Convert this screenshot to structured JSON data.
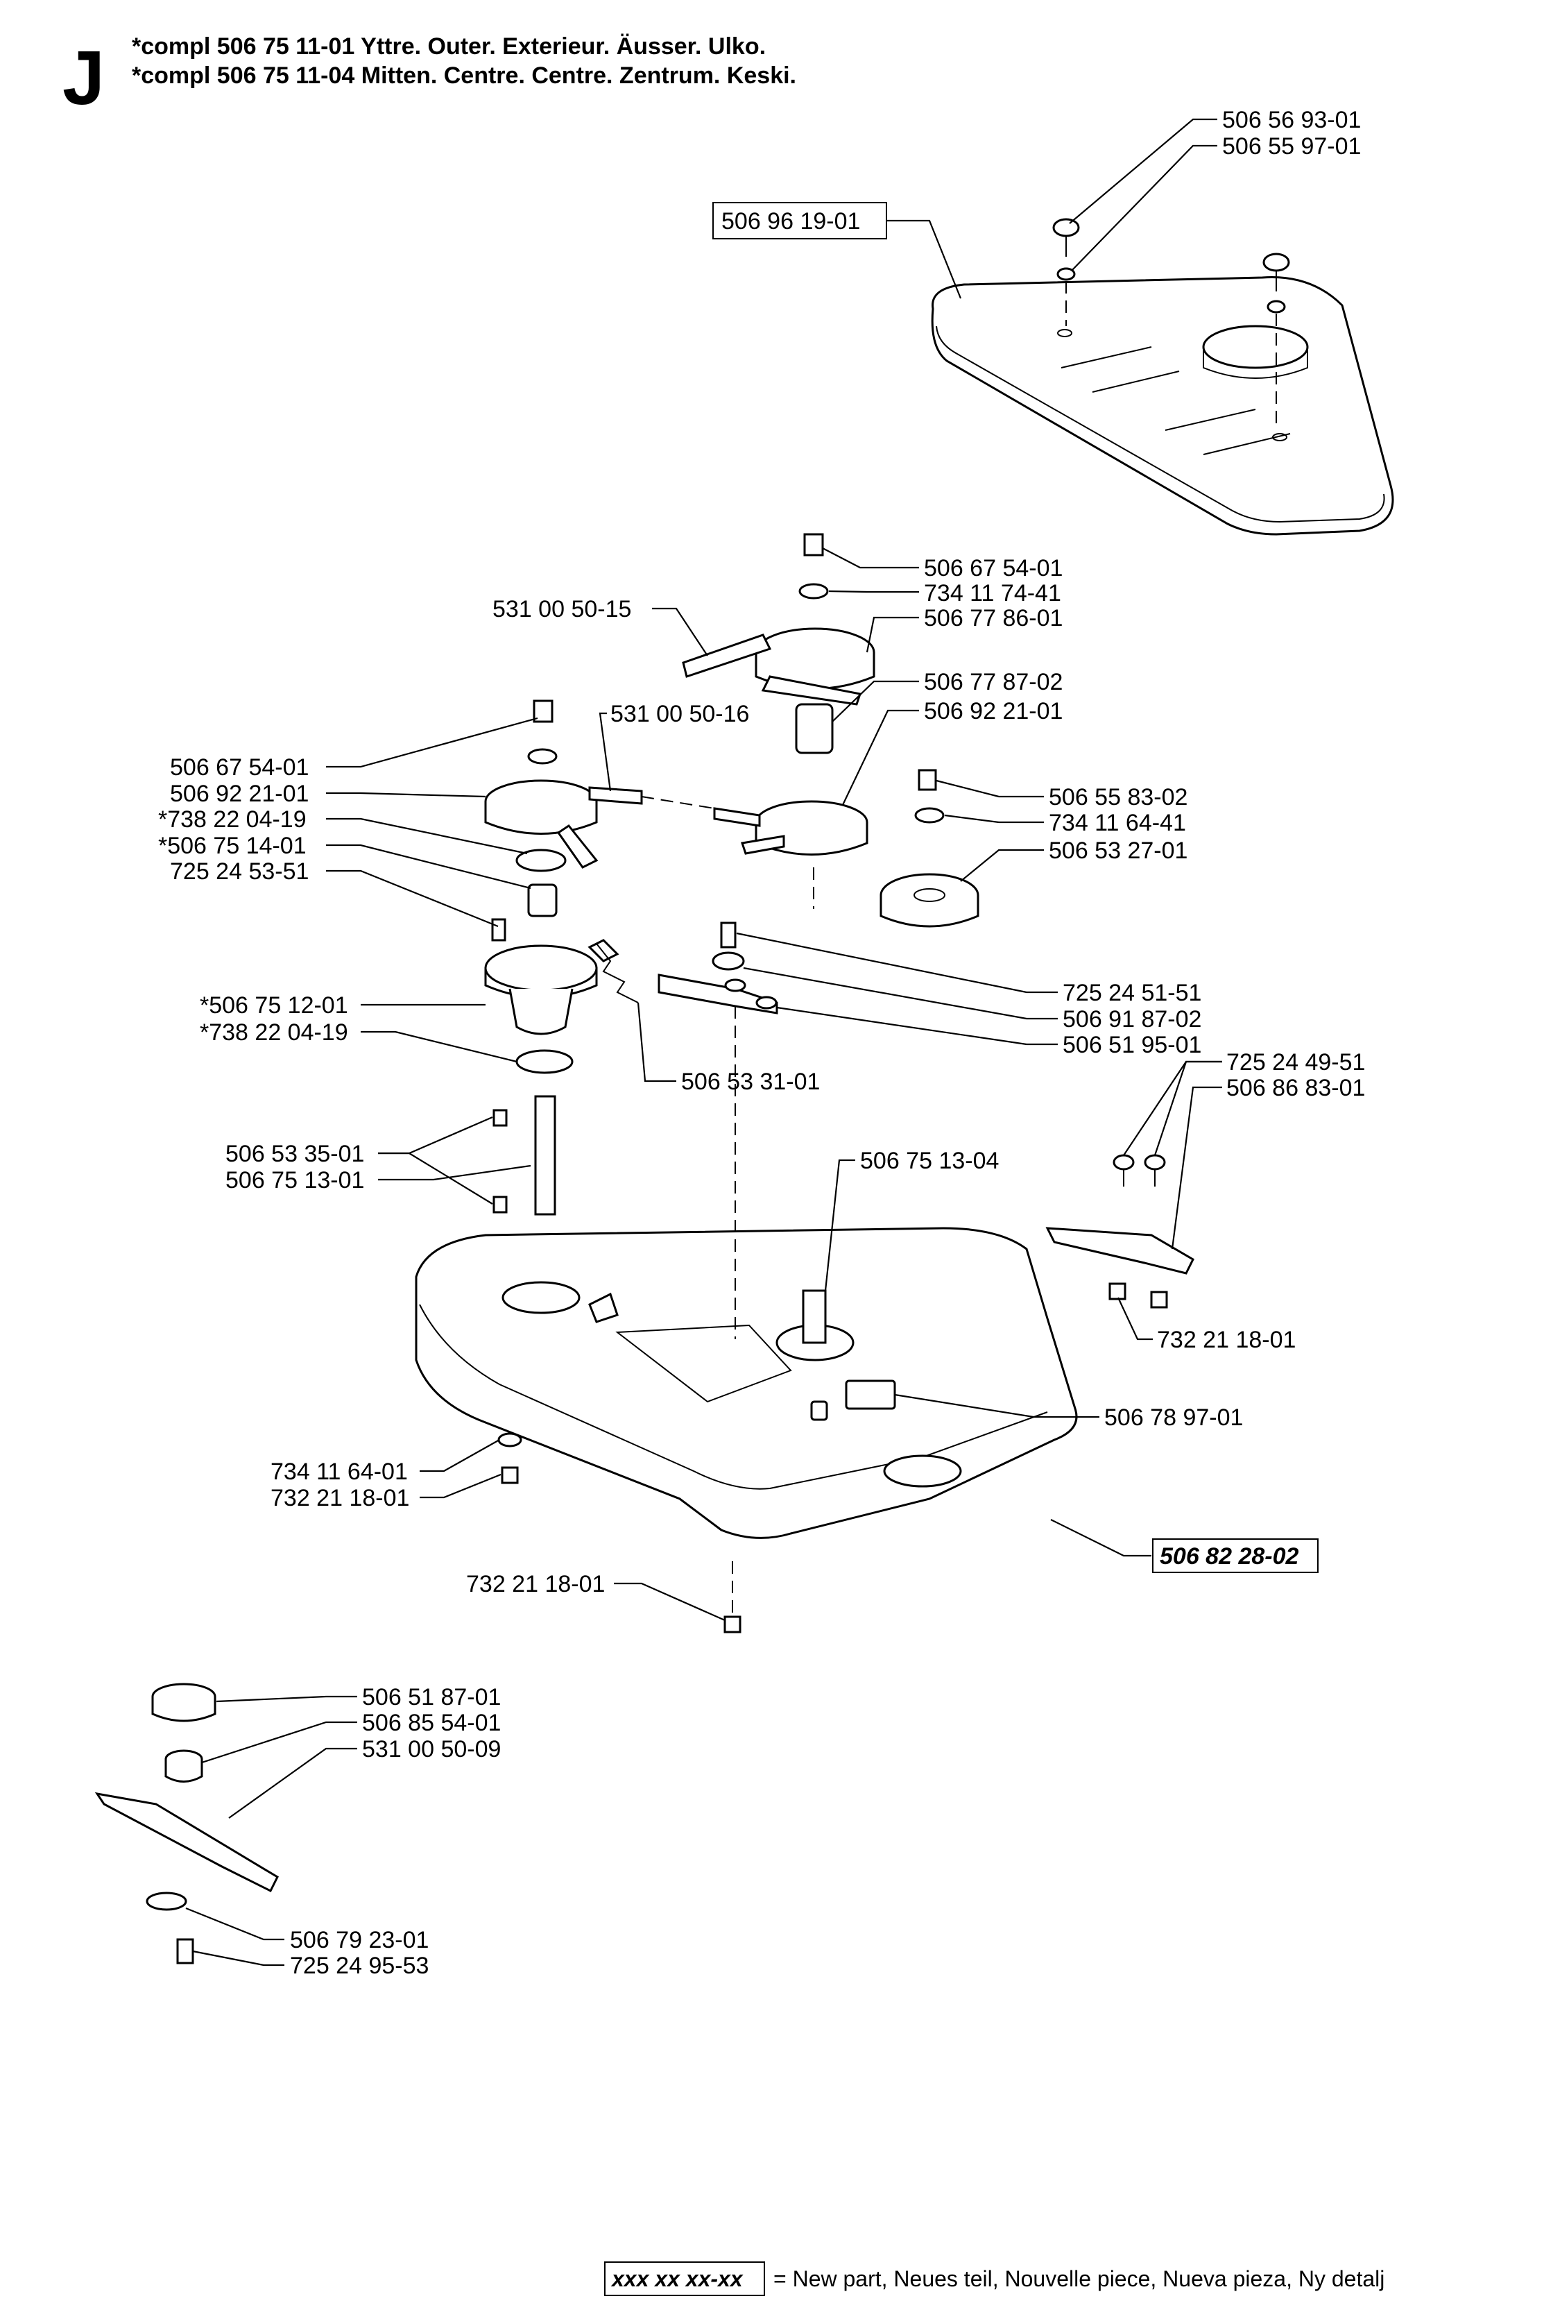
{
  "header": {
    "section_letter": "J",
    "line1": "*compl 506 75 11-01  Yttre. Outer. Exterieur. Äusser. Ulko.",
    "line2": "*compl 506 75 11-04  Mitten. Centre. Centre. Zentrum. Keski."
  },
  "legend": {
    "sample": "xxx xx xx-xx",
    "text": "= New part, Neues teil, Nouvelle piece, Nueva pieza, Ny detalj"
  },
  "parts": [
    {
      "id": "p1",
      "label": "506 56 93-01"
    },
    {
      "id": "p2",
      "label": "506 55 97-01"
    },
    {
      "id": "p3",
      "label": "506 96 19-01"
    },
    {
      "id": "p4",
      "label": "506 67 54-01"
    },
    {
      "id": "p5",
      "label": "734 11 74-41"
    },
    {
      "id": "p6",
      "label": "531 00 50-15"
    },
    {
      "id": "p7",
      "label": "506 77 86-01"
    },
    {
      "id": "p8",
      "label": "506 77 87-02"
    },
    {
      "id": "p9",
      "label": "531 00 50-16"
    },
    {
      "id": "p10",
      "label": "506 92 21-01"
    },
    {
      "id": "p11",
      "label": "506 67 54-01"
    },
    {
      "id": "p12",
      "label": "506 92 21-01"
    },
    {
      "id": "p13",
      "label": "*738 22 04-19"
    },
    {
      "id": "p14",
      "label": "*506 75 14-01"
    },
    {
      "id": "p15",
      "label": "725 24 53-51"
    },
    {
      "id": "p16",
      "label": "506 55 83-02"
    },
    {
      "id": "p17",
      "label": "734 11 64-41"
    },
    {
      "id": "p18",
      "label": "506 53 27-01"
    },
    {
      "id": "p19",
      "label": "725 24 51-51"
    },
    {
      "id": "p20",
      "label": "*506 75 12-01"
    },
    {
      "id": "p21",
      "label": "506 91 87-02"
    },
    {
      "id": "p22",
      "label": "*738 22 04-19"
    },
    {
      "id": "p23",
      "label": "506 51 95-01"
    },
    {
      "id": "p24",
      "label": "506 53 31-01"
    },
    {
      "id": "p25",
      "label": "725 24 49-51"
    },
    {
      "id": "p26",
      "label": "506 86 83-01"
    },
    {
      "id": "p27",
      "label": "506 53 35-01"
    },
    {
      "id": "p28",
      "label": "506 75 13-01"
    },
    {
      "id": "p29",
      "label": "506 75 13-04"
    },
    {
      "id": "p30",
      "label": "732 21 18-01"
    },
    {
      "id": "p31",
      "label": "506 78 97-01"
    },
    {
      "id": "p32",
      "label": "734 11 64-01"
    },
    {
      "id": "p33",
      "label": "732 21 18-01"
    },
    {
      "id": "p34",
      "label": "506 82 28-02"
    },
    {
      "id": "p35",
      "label": "732 21 18-01"
    },
    {
      "id": "p36",
      "label": "506 51 87-01"
    },
    {
      "id": "p37",
      "label": "506 85 54-01"
    },
    {
      "id": "p38",
      "label": "531 00 50-09"
    },
    {
      "id": "p39",
      "label": "506 79 23-01"
    },
    {
      "id": "p40",
      "label": "725 24 95-53"
    }
  ]
}
